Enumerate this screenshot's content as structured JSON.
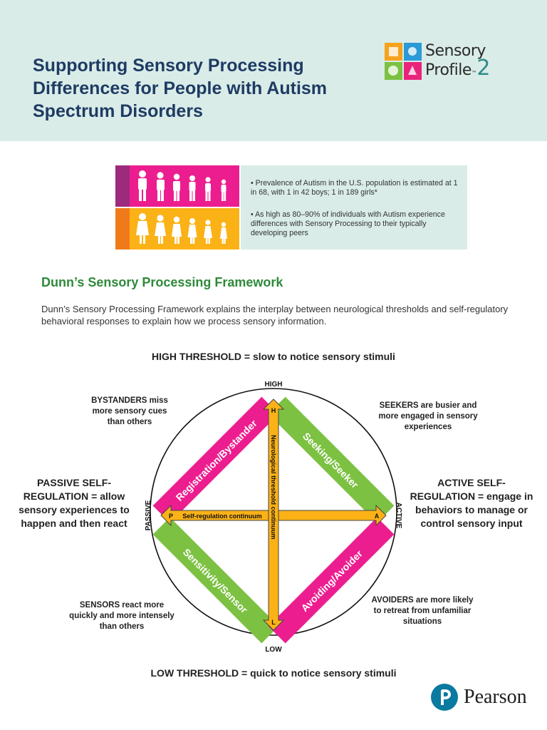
{
  "header": {
    "title": "Supporting Sensory Processing Differences for People with Autism Spectrum Disorders",
    "logo": {
      "line1": "Sensory",
      "line2": "Profile",
      "tm": "™",
      "number": "2",
      "tile_colors": [
        "#f7a21b",
        "#2b9ad6",
        "#7cc142",
        "#e9237b"
      ]
    }
  },
  "stats": {
    "boys_color": "#ec1e8f",
    "girls_color": "#fbb217",
    "items": [
      "• Prevalence of Autism in the U.S. population is estimated at 1 in 68, with 1 in 42 boys; 1 in 189 girls*",
      "• As high as 80–90% of individuals with Autism experience differences with Sensory Processing to their typically developing peers"
    ]
  },
  "framework": {
    "title": "Dunn’s Sensory Processing Framework",
    "intro": "Dunn’s Sensory Processing Framework explains the interplay between neurological thresholds and self-regulatory behavioral responses to explain how we process sensory information.",
    "high_threshold": "HIGH THRESHOLD = slow to notice sensory stimuli",
    "low_threshold": "LOW THRESHOLD = quick to notice sensory stimuli",
    "diagram": {
      "axis_high": "HIGH",
      "axis_low": "LOW",
      "axis_passive": "PASSIVE",
      "axis_active": "ACTIVE",
      "vertical_label": "Neurological threshold continuum",
      "horizontal_label": "Self-regulation continuum",
      "h_marker": "H",
      "l_marker": "L",
      "p_marker": "P",
      "a_marker": "A",
      "quadrants": {
        "registration": "Registration/Bystander",
        "seeking": "Seeking/Seeker",
        "sensitivity": "Sensitivity/Sensor",
        "avoiding": "Avoiding/Avoider"
      },
      "colors": {
        "pink": "#ec1e8f",
        "green": "#7cc142",
        "orange": "#fbb217"
      }
    },
    "notes": {
      "bystanders": "BYSTANDERS miss more sensory cues than others",
      "seekers": "SEEKERS are busier and more engaged in sensory experiences",
      "sensors": "SENSORS react more quickly and more intensely than others",
      "avoiders": "AVOIDERS are more likely to retreat from unfamiliar situations",
      "passive": "PASSIVE SELF-REGULATION = allow sensory experiences to happen and then react",
      "active": "ACTIVE SELF-REGULATION = engage in behaviors to manage or control sensory input"
    }
  },
  "footer": {
    "brand": "Pearson",
    "brand_color": "#0a7aa0"
  }
}
